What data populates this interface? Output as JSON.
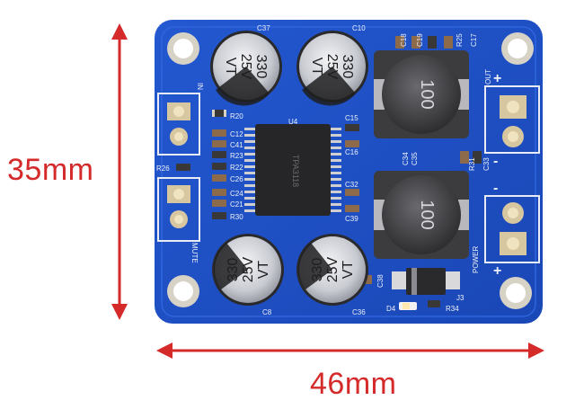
{
  "dimensions": {
    "height_label": "35mm",
    "width_label": "46mm",
    "arrow_color": "#d42a2a"
  },
  "board": {
    "color": "#1d4fc4",
    "capacitors": [
      {
        "ref": "C37",
        "value": "330",
        "voltage": "25V",
        "series": "VT"
      },
      {
        "ref": "C10",
        "value": "330",
        "voltage": "25V",
        "series": "VT"
      },
      {
        "ref": "C8",
        "value": "330",
        "voltage": "25V",
        "series": "VT"
      },
      {
        "ref": "C36",
        "value": "330",
        "voltage": "25V",
        "series": "VT"
      }
    ],
    "inductors": [
      {
        "marking": "100"
      },
      {
        "marking": "100"
      }
    ],
    "chip": {
      "ref": "U4",
      "marking": "TPA3118"
    },
    "silkscreen": {
      "out": "OUT",
      "power": "POWER",
      "mute": "MUTE",
      "in": "IN",
      "plus": "+",
      "minus": "-",
      "refs_left": [
        "R20",
        "C12",
        "C41",
        "R23",
        "R22",
        "C26",
        "C24",
        "C21",
        "R30",
        "R26"
      ],
      "refs_right": [
        "C15",
        "C16",
        "C32",
        "C39",
        "C18",
        "C19",
        "C34",
        "C35",
        "R31",
        "C33",
        "R25",
        "C17",
        "C38",
        "J3",
        "D4",
        "R34"
      ]
    }
  }
}
